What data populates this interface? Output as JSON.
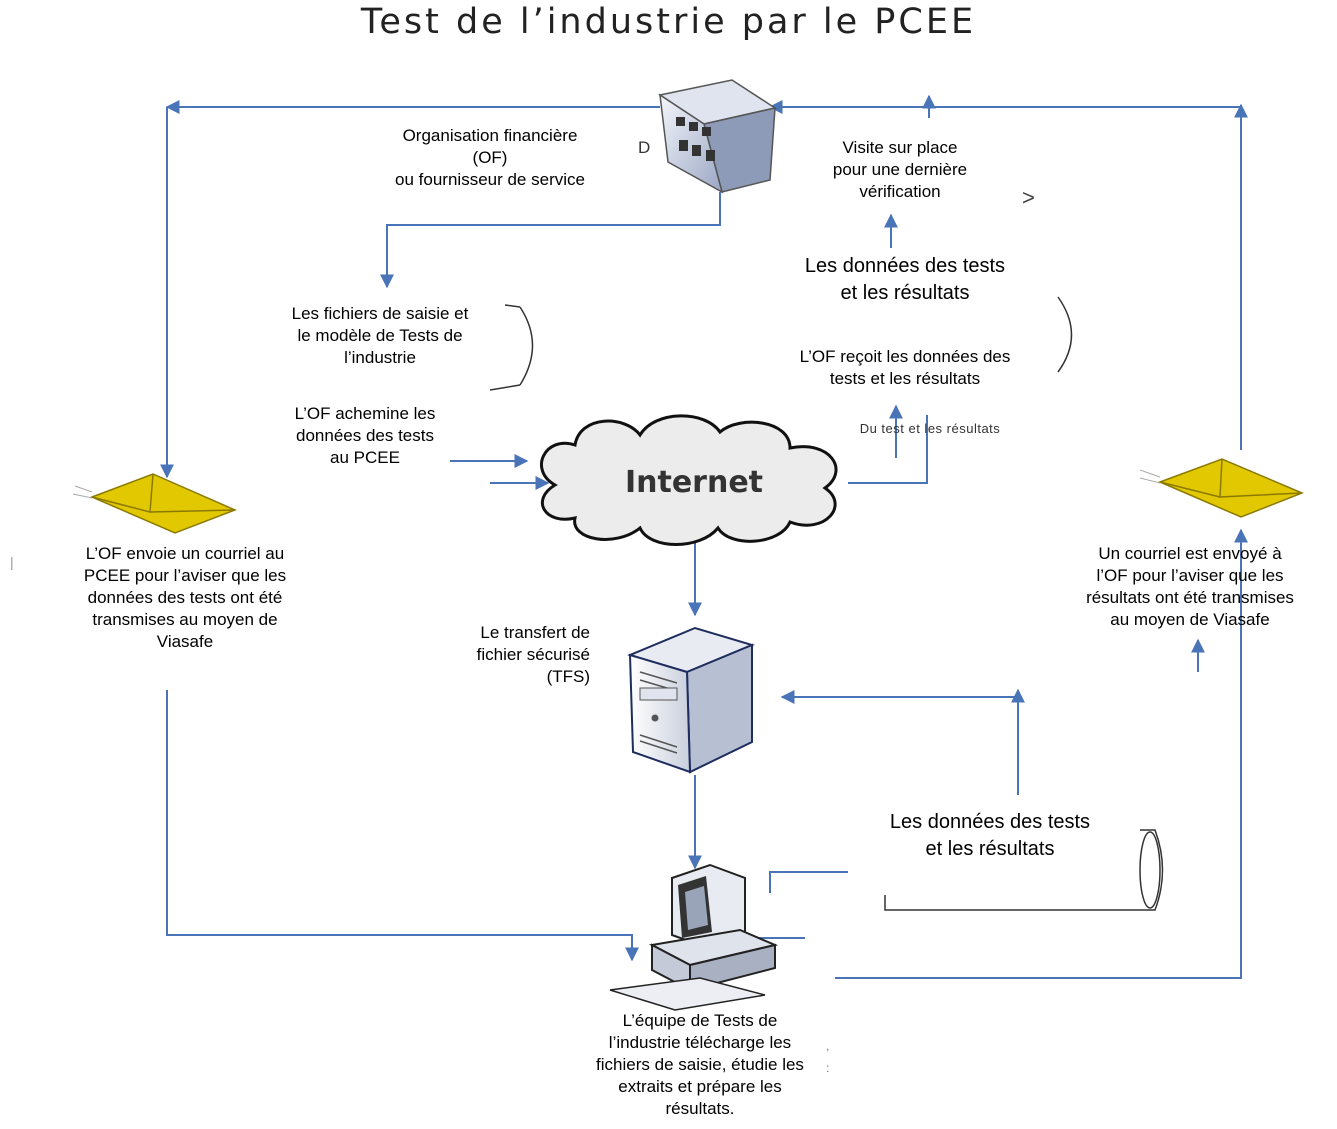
{
  "title": "Test de l’industrie par le PCEE",
  "colors": {
    "arrow": "#4a74b8",
    "envelope": "#e2c800",
    "cloud": "#ececec"
  },
  "icons": [
    "building-icon",
    "email-envelope-icon",
    "internet-cloud-icon",
    "server-icon",
    "workstation-icon",
    "document-scroll-icon"
  ],
  "labels": {
    "of": "Organisation financière\n(OF)\nou fournisseur de service",
    "site_visit": "Visite sur place\npour une dernière\nvérification",
    "data_results_top": "Les données des tests\net les résultats",
    "input_files": "Les fichiers de saisie et\nle modèle de Tests de\nl’industrie",
    "of_receives": "L’OF reçoit les données des\ntests et les résultats",
    "of_sends_data": "L’OF achemine les\ndonnées des tests\nau PCEE",
    "faint_text": "Du test et les résultats",
    "internet": "Internet",
    "email_to_pcee": "L’OF envoie un courriel au\nPCEE pour l’aviser que les\ndonnées des tests ont été\ntransmises au moyen de\nViasafe",
    "email_to_of": "Un courriel est envoyé à\nl’OF pour l’aviser que les\nrésultats ont été transmises\nau moyen de Viasafe",
    "tfs": "Le transfert de\nfichier sécurisé\n(TFS)",
    "data_results_bottom": "Les données des tests\net les résultats",
    "team": "L’équipe de Tests de\nl’industrie télécharge les\nfichiers de saisie, étudie les\nextraits et prépare les\nrésultats."
  }
}
